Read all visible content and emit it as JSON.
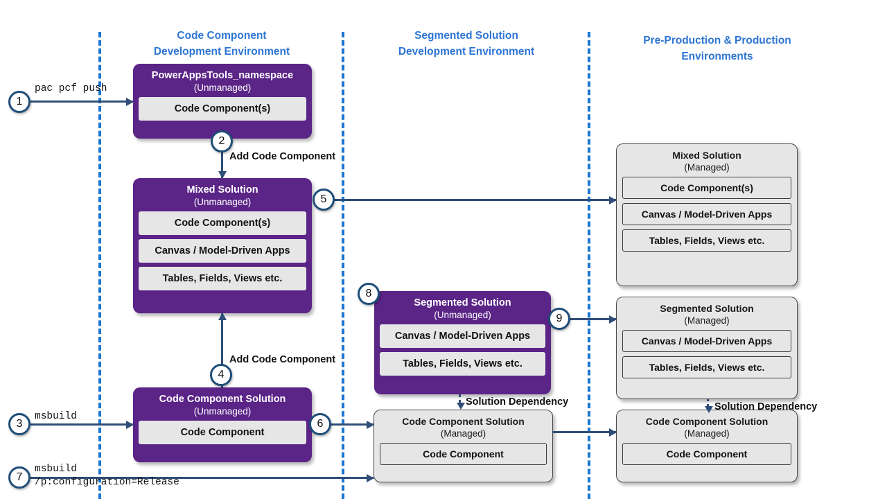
{
  "lanes": [
    {
      "title": "Code Component\nDevelopment Environment"
    },
    {
      "title": "Segmented Solution\nDevelopment Environment"
    },
    {
      "title": "Pre-Production & Production\nEnvironments"
    }
  ],
  "colors": {
    "lane_title": "#2E75D4",
    "divider": "#1C76D2",
    "unmanaged_box": "#5B2487",
    "managed_box": "#E6E6E6",
    "arrow": "#2F4D77",
    "circle_border": "#1F4E79"
  },
  "boxes": {
    "powerapps_tools": {
      "title": "PowerAppsTools_namespace",
      "subtitle": "(Unmanaged)",
      "items": [
        "Code Component(s)"
      ]
    },
    "mixed_solution_unmanaged": {
      "title": "Mixed Solution",
      "subtitle": "(Unmanaged)",
      "items": [
        "Code Component(s)",
        "Canvas / Model-Driven Apps",
        "Tables, Fields, Views etc."
      ]
    },
    "code_component_solution_unmanaged": {
      "title": "Code Component Solution",
      "subtitle": "(Unmanaged)",
      "items": [
        "Code Component"
      ]
    },
    "segmented_solution_unmanaged": {
      "title": "Segmented Solution",
      "subtitle": "(Unmanaged)",
      "items": [
        "Canvas / Model-Driven Apps",
        "Tables, Fields, Views etc."
      ]
    },
    "code_component_solution_managed_mid": {
      "title": "Code Component Solution",
      "subtitle": "(Managed)",
      "items": [
        "Code Component"
      ]
    },
    "mixed_solution_managed": {
      "title": "Mixed Solution",
      "subtitle": "(Managed)",
      "items": [
        "Code Component(s)",
        "Canvas / Model-Driven Apps",
        "Tables, Fields, Views etc."
      ]
    },
    "segmented_solution_managed": {
      "title": "Segmented Solution",
      "subtitle": "(Managed)",
      "items": [
        "Canvas / Model-Driven Apps",
        "Tables, Fields, Views etc."
      ]
    },
    "code_component_solution_managed_right": {
      "title": "Code Component Solution",
      "subtitle": "(Managed)",
      "items": [
        "Code Component"
      ]
    }
  },
  "steps": [
    {
      "number": "1"
    },
    {
      "number": "2"
    },
    {
      "number": "3"
    },
    {
      "number": "4"
    },
    {
      "number": "5"
    },
    {
      "number": "6"
    },
    {
      "number": "7"
    },
    {
      "number": "8"
    },
    {
      "number": "9"
    }
  ],
  "commands": {
    "pac_pcf_push": "pac pcf push",
    "msbuild": "msbuild",
    "msbuild_release": "msbuild\n/p:configuration=Release"
  },
  "labels": {
    "add_code_component_top": "Add Code Component",
    "add_code_component_bottom": "Add Code Component",
    "solution_dependency_mid": "Solution Dependency",
    "solution_dependency_right": "Solution Dependency"
  }
}
